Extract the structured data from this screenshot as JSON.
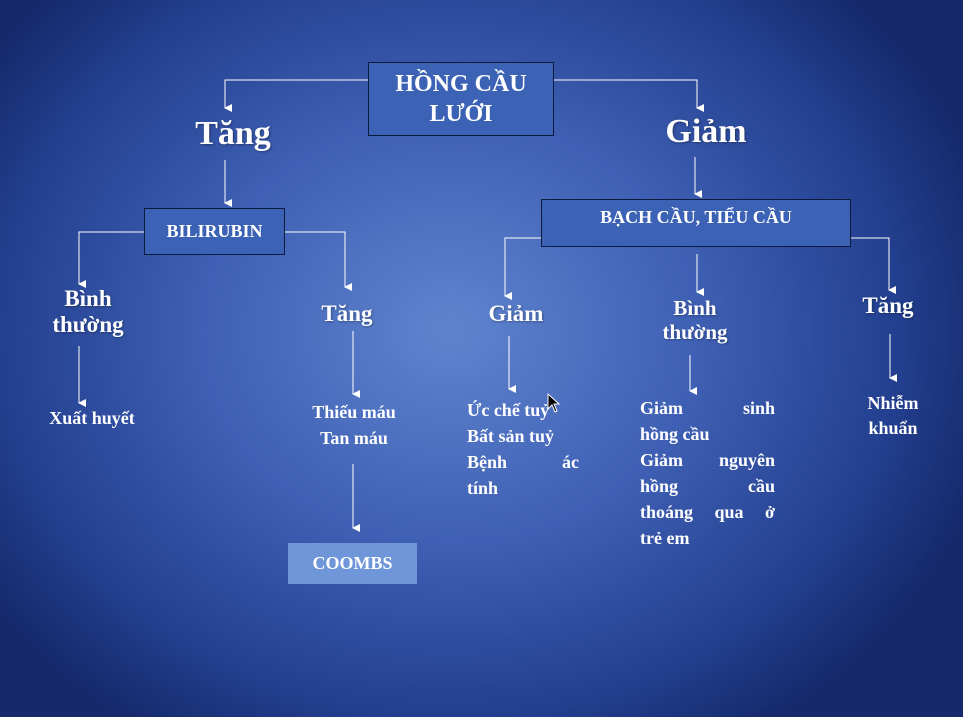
{
  "root": {
    "label_line1": "HỒNG CẦU",
    "label_line2": "LƯỚI"
  },
  "branches": {
    "left_title": "Tăng",
    "right_title": "Giảm"
  },
  "left": {
    "box": "BILIRUBIN",
    "normal_line1": "Bình",
    "normal_line2": "thường",
    "normal_result": "Xuất huyết",
    "increase": "Tăng",
    "increase_result_line1": "Thiếu máu",
    "increase_result_line2": "Tan máu",
    "test_box": "COOMBS"
  },
  "right": {
    "box": "BẠCH CẦU, TIỂU CẦU",
    "decrease": "Giảm",
    "decrease_items": [
      "Ức chế tuỷ",
      "Bất sản tuỷ",
      "Bệnh ác",
      "tính"
    ],
    "normal_line1": "Bình",
    "normal_line2": "thường",
    "normal_items": [
      "Giảm sinh",
      "hồng cầu",
      "Giảm nguyên",
      "hồng cầu",
      "thoáng qua ở",
      "trẻ em"
    ],
    "increase": "Tăng",
    "increase_line1": "Nhiễm",
    "increase_line2": "khuẩn"
  }
}
